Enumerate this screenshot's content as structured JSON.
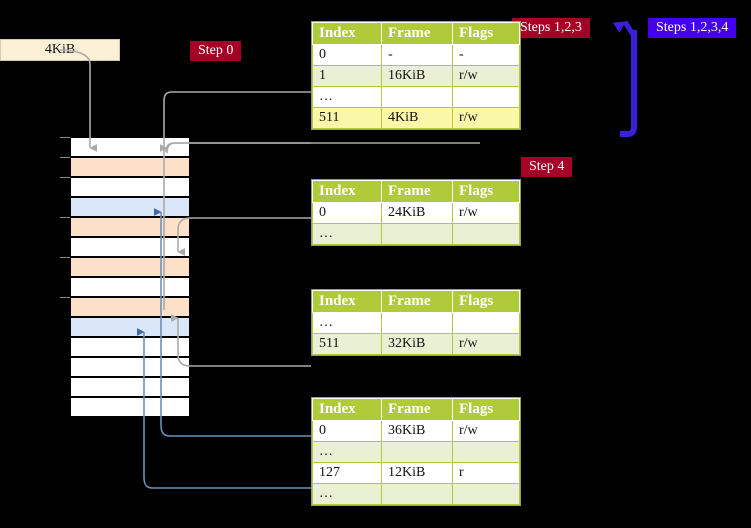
{
  "labels": {
    "size_box": "4KiB",
    "step0": "Step 0",
    "step4": "Step 4",
    "steps123": "Steps 1,2,3",
    "steps1234": "Steps 1,2,3,4"
  },
  "colors": {
    "badge_red": "#A50026",
    "badge_blue": "#4400EE",
    "table_header": "#AFCB3A",
    "table_tint": "#EAF0D3",
    "highlight": "#FAF7A8",
    "mem_orange": "#FDE0C8",
    "mem_blue": "#D9E7F8",
    "box_cream": "#FBEFD5",
    "arrow_grey": "#AAAAAA",
    "arrow_blue": "#6E8FB8",
    "arrow_indigo": "#3B1FD9"
  },
  "tables": [
    {
      "name": "pml4-table",
      "headers": [
        "Index",
        "Frame",
        "Flags"
      ],
      "rows": [
        {
          "tint": false,
          "cells": [
            "0",
            "-",
            "-"
          ],
          "highlight": [
            false,
            false,
            false
          ]
        },
        {
          "tint": true,
          "cells": [
            "1",
            "16KiB",
            "r/w"
          ],
          "highlight": [
            false,
            false,
            false
          ]
        },
        {
          "tint": false,
          "cells": [
            "…",
            "",
            ""
          ],
          "highlight": [
            false,
            false,
            false
          ]
        },
        {
          "tint": true,
          "cells": [
            "511",
            "4KiB",
            "r/w"
          ],
          "highlight": [
            true,
            true,
            true
          ]
        }
      ]
    },
    {
      "name": "pdpt-table",
      "headers": [
        "Index",
        "Frame",
        "Flags"
      ],
      "rows": [
        {
          "tint": false,
          "cells": [
            "0",
            "24KiB",
            "r/w"
          ],
          "highlight": [
            false,
            false,
            false
          ]
        },
        {
          "tint": true,
          "cells": [
            "…",
            "",
            ""
          ],
          "highlight": [
            false,
            false,
            false
          ]
        }
      ]
    },
    {
      "name": "pd-table",
      "headers": [
        "Index",
        "Frame",
        "Flags"
      ],
      "rows": [
        {
          "tint": false,
          "cells": [
            "…",
            "",
            ""
          ],
          "highlight": [
            false,
            false,
            false
          ]
        },
        {
          "tint": true,
          "cells": [
            "511",
            "32KiB",
            "r/w"
          ],
          "highlight": [
            false,
            false,
            false
          ]
        }
      ]
    },
    {
      "name": "pt-table",
      "headers": [
        "Index",
        "Frame",
        "Flags"
      ],
      "rows": [
        {
          "tint": false,
          "cells": [
            "0",
            "36KiB",
            "r/w"
          ],
          "highlight": [
            false,
            false,
            false
          ]
        },
        {
          "tint": true,
          "cells": [
            "…",
            "",
            ""
          ],
          "highlight": [
            false,
            false,
            false
          ]
        },
        {
          "tint": false,
          "cells": [
            "127",
            "12KiB",
            "r"
          ],
          "highlight": [
            false,
            false,
            false
          ]
        },
        {
          "tint": true,
          "cells": [
            "…",
            "",
            ""
          ],
          "highlight": [
            false,
            false,
            false
          ]
        }
      ]
    }
  ],
  "memory_blocks": [
    {
      "index": 0,
      "fill": "white"
    },
    {
      "index": 1,
      "fill": "orange"
    },
    {
      "index": 2,
      "fill": "white"
    },
    {
      "index": 3,
      "fill": "blue"
    },
    {
      "index": 4,
      "fill": "orange"
    },
    {
      "index": 5,
      "fill": "white"
    },
    {
      "index": 6,
      "fill": "orange"
    },
    {
      "index": 7,
      "fill": "white"
    },
    {
      "index": 8,
      "fill": "orange"
    },
    {
      "index": 9,
      "fill": "blue"
    },
    {
      "index": 10,
      "fill": "white"
    },
    {
      "index": 11,
      "fill": "white"
    },
    {
      "index": 12,
      "fill": "white"
    },
    {
      "index": 13,
      "fill": "white"
    }
  ],
  "memory_ticks": [
    0,
    1,
    2,
    4,
    6,
    8
  ]
}
